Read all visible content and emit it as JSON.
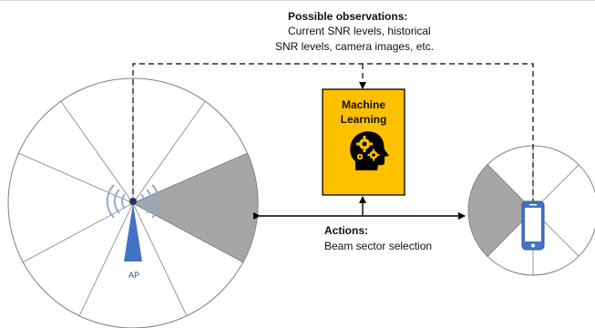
{
  "observations": {
    "title": "Possible observations:",
    "line1": "Current SNR levels, historical",
    "line2": "SNR levels, camera images, etc."
  },
  "ml_box": {
    "title": "Machine Learning",
    "icon": "head-with-gears-icon",
    "fill": "#ffc000"
  },
  "actions": {
    "title": "Actions:",
    "line1": "Beam sector selection"
  },
  "ap": {
    "label": "AP",
    "color": "#4472c4"
  },
  "colors": {
    "selected_sector": "#a6a6a6",
    "outline": "#595959",
    "arrow": "#000000"
  }
}
